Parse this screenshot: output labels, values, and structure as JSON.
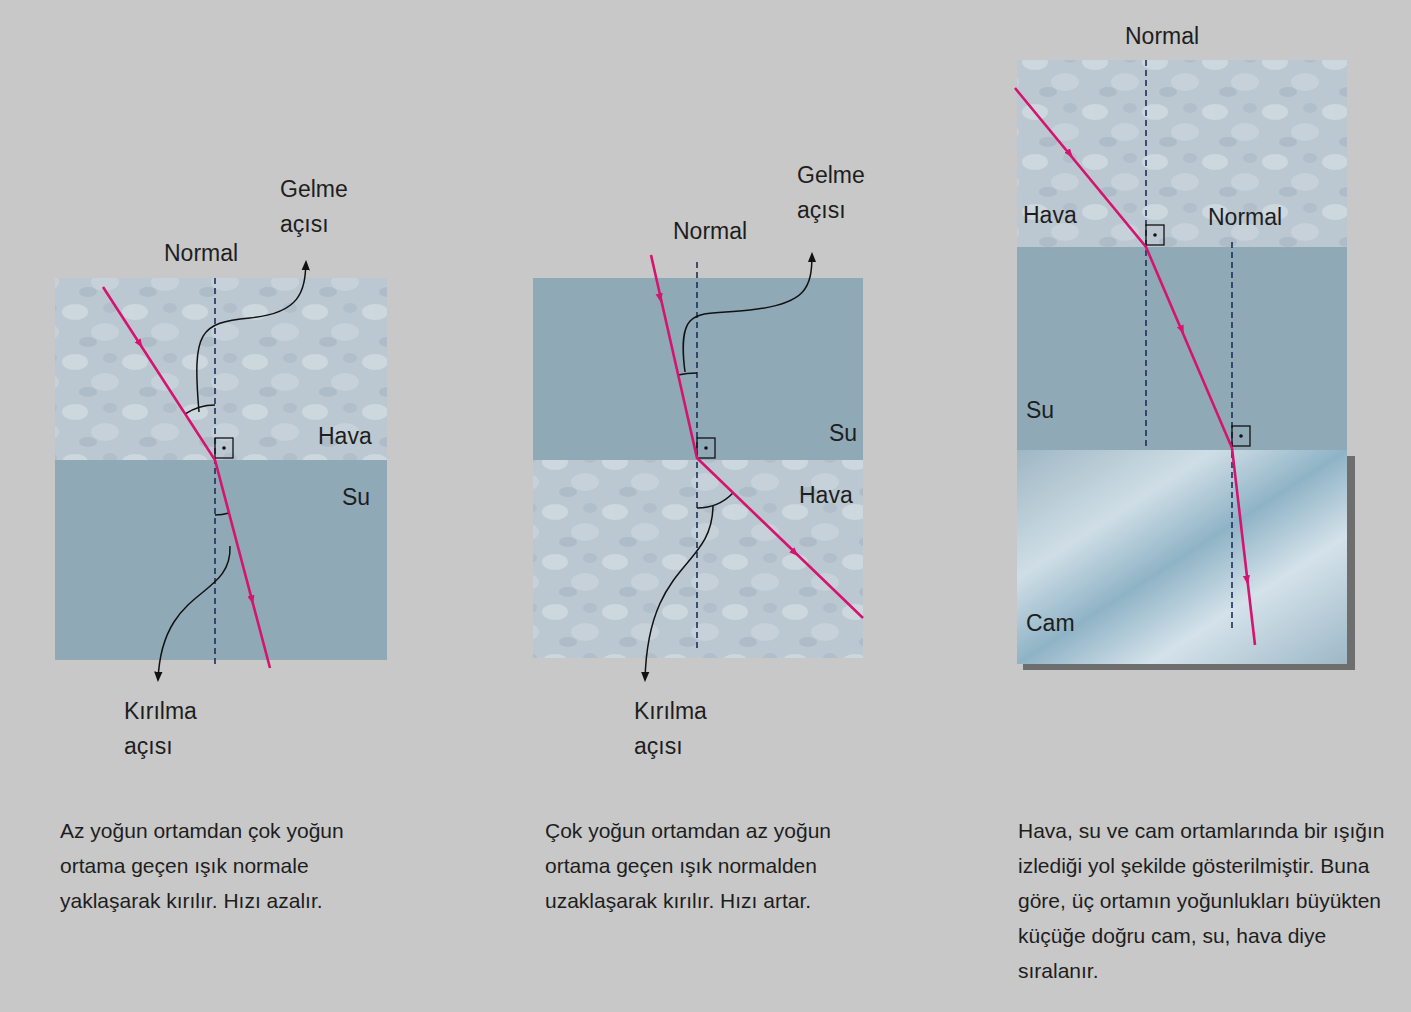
{
  "diagram": {
    "nodes": [
      {
        "text": [
          "Hava"
        ]
      },
      {
        "text": [
          "Su"
        ]
      },
      {
        "text": [
          "Su"
        ]
      },
      {
        "text": [
          "Hava"
        ]
      },
      {
        "text": [
          "Hava"
        ]
      },
      {
        "text": [
          "Su"
        ]
      },
      {
        "text": [
          "Cam"
        ]
      }
    ],
    "labels": [
      "Normal",
      "Gelme açısı",
      "Kırılma açısı",
      "Az yoğun ortamdan çok yoğun ortama geçen ışık normale yaklaşarak kırılır. Hızı azalır.",
      "Normal",
      "Gelme açısı",
      "Kırılma açısı",
      "Çok yoğun ortamdan az yoğun ortama geçen ışık normalden uzaklaşarak kırılır. Hızı artar.",
      "Normal",
      "Normal",
      "Hava, su ve cam ortamlarında bir ışığın izlediği yol şekilde gösterilmiştir. Buna göre, üç ortamın yoğunlukları büyükten küçüğe doğru cam, su, hava diye sıralanır."
    ]
  }
}
